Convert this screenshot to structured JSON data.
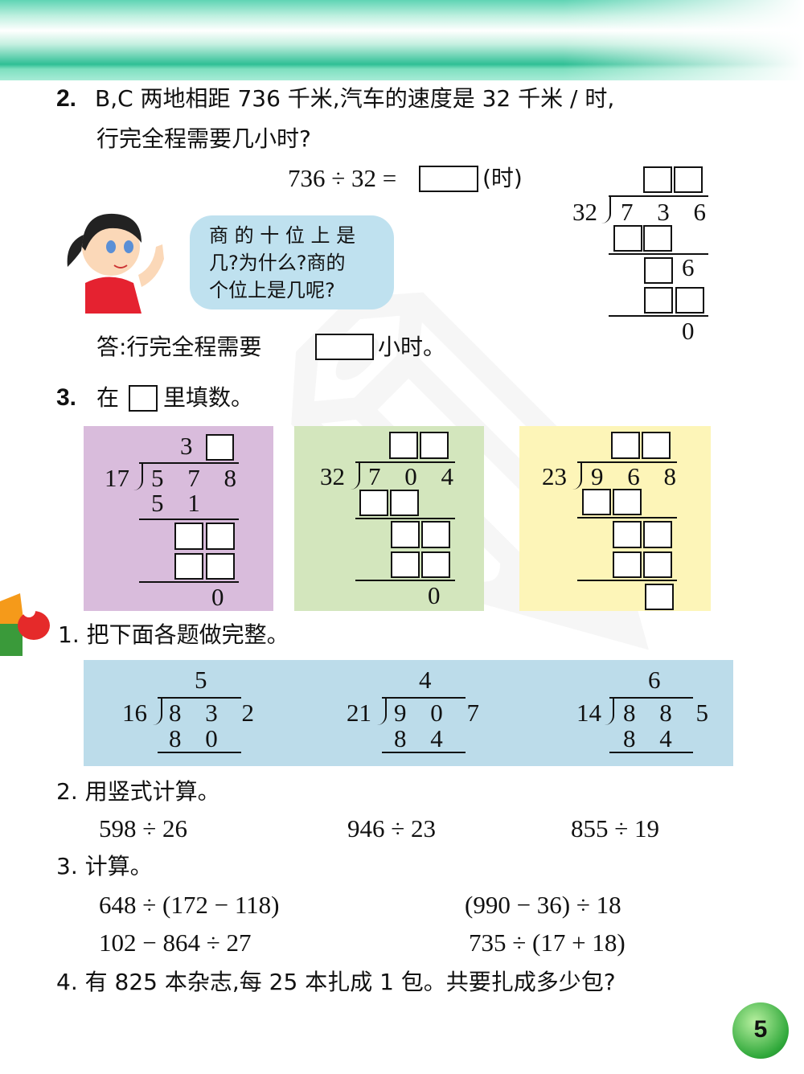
{
  "q2": {
    "num": "2.",
    "line1": "B,C 两地相距 736 千米,汽车的速度是 32 千米 / 时,",
    "line2": "行完全程需要几小时?",
    "equation": "736 ÷ 32 =",
    "unit": "(时)",
    "bubble": [
      "商 的 十 位 上 是",
      "几?为什么?商的",
      "个位上是几呢?"
    ],
    "answer_prefix": "答:行完全程需要",
    "answer_suffix": "小时。",
    "division": {
      "divisor": "32",
      "dividend": "7 3 6",
      "partial": "6",
      "remainder": "0"
    }
  },
  "q3": {
    "num": "3.",
    "prefix": "在",
    "suffix": "里填数。",
    "panels": [
      {
        "color": "#d9bcdc",
        "quotient": "3",
        "divisor": "17",
        "dividend": "5 7 8",
        "sub": "5 1",
        "remainder": "0"
      },
      {
        "color": "#d3e6bd",
        "divisor": "32",
        "dividend": "7 0 4",
        "remainder": "0"
      },
      {
        "color": "#fdf5b8",
        "divisor": "23",
        "dividend": "9 6 8"
      }
    ]
  },
  "ex1": {
    "title": "1. 把下面各题做完整。",
    "color": "#bcdcea",
    "items": [
      {
        "quotient": "5",
        "divisor": "16",
        "dividend": "8 3 2",
        "sub": "8 0"
      },
      {
        "quotient": "4",
        "divisor": "21",
        "dividend": "9 0 7",
        "sub": "8 4"
      },
      {
        "quotient": "6",
        "divisor": "14",
        "dividend": "8 8 5",
        "sub": "8 4"
      }
    ]
  },
  "ex2": {
    "title": "2. 用竖式计算。",
    "items": [
      "598 ÷ 26",
      "946 ÷ 23",
      "855 ÷ 19"
    ]
  },
  "ex3": {
    "title": "3. 计算。",
    "items": [
      "648 ÷ (172 − 118)",
      "(990 − 36) ÷ 18",
      "102 − 864 ÷ 27",
      "735 ÷ (17 + 18)"
    ]
  },
  "ex4": {
    "text": "4. 有 825 本杂志,每 25 本扎成 1 包。共要扎成多少包?"
  },
  "page_number": "5"
}
